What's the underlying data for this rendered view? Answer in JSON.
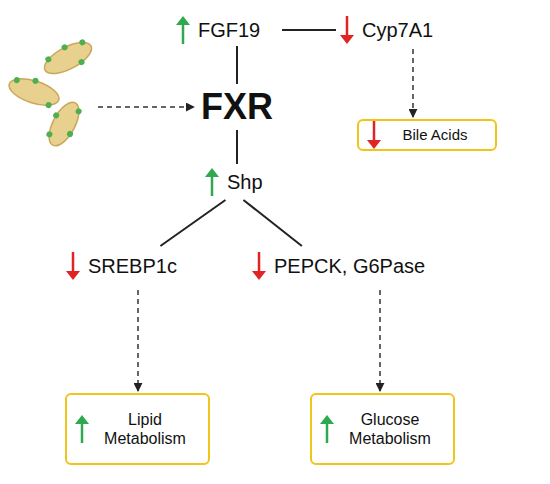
{
  "diagram": {
    "nodes": [
      {
        "text": [
          "FGF19"
        ]
      },
      {
        "text": [
          "Cyp7A1"
        ]
      },
      {
        "text": [
          "FXR"
        ]
      },
      {
        "text": [
          "Bile Acids"
        ]
      },
      {
        "text": [
          "Shp"
        ]
      },
      {
        "text": [
          "SREBP1c"
        ]
      },
      {
        "text": [
          "PEPCK, G6Pase"
        ]
      },
      {
        "text": [
          "Lipid Metabolism"
        ]
      },
      {
        "text": [
          "Glucose Metabolism"
        ]
      }
    ],
    "edges": [
      {
        "from": 0,
        "to": 1,
        "arrow": "none"
      },
      {
        "from": 0,
        "to": 2,
        "arrow": "none"
      },
      {
        "from": 1,
        "to": 3,
        "arrow": "to"
      },
      {
        "from": 2,
        "to": 4,
        "arrow": "none"
      },
      {
        "from": 4,
        "to": 5,
        "arrow": "none"
      },
      {
        "from": 4,
        "to": 6,
        "arrow": "none"
      },
      {
        "from": 5,
        "to": 7,
        "arrow": "to"
      },
      {
        "from": 6,
        "to": 8,
        "arrow": "to"
      }
    ]
  }
}
